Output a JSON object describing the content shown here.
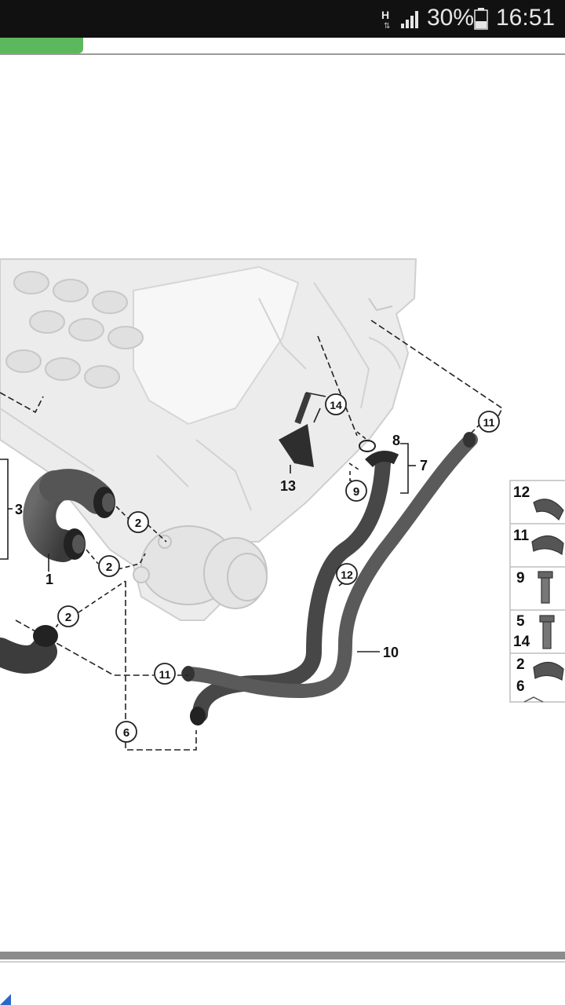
{
  "status_bar": {
    "network": "H",
    "battery_percent": "30%",
    "time": "16:51"
  },
  "diagram": {
    "callouts": {
      "c1": "1",
      "c2a": "2",
      "c2b": "2",
      "c2c": "2",
      "c3": "3",
      "c6": "6",
      "c7": "7",
      "c8": "8",
      "c9": "9",
      "c10": "10",
      "c11a": "11",
      "c11b": "11",
      "c12": "12",
      "c13": "13",
      "c14": "14"
    },
    "legend": {
      "r1": "12",
      "r2": "11",
      "r3": "9",
      "r4a": "5",
      "r4b": "14",
      "r5a": "2",
      "r5b": "6"
    }
  }
}
